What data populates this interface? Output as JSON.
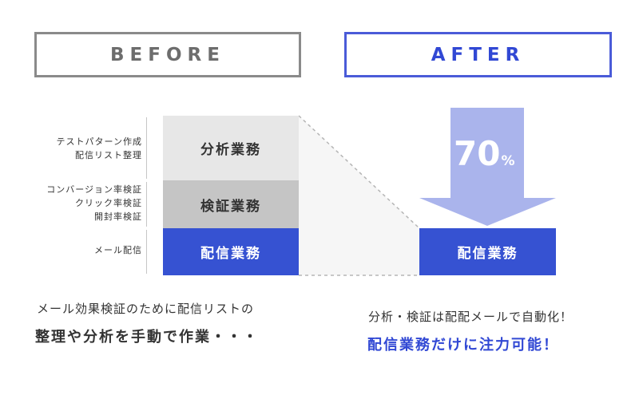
{
  "before_header": "BEFORE",
  "after_header": "AFTER",
  "before_blocks": {
    "analysis": "分析業務",
    "verification": "検証業務",
    "delivery": "配信業務"
  },
  "side_labels": {
    "analysis": [
      "テストパターン作成",
      "配信リスト整理"
    ],
    "verification": [
      "コンバージョン率検証",
      "クリック率検証",
      "開封率検証"
    ],
    "delivery": [
      "メール配信"
    ]
  },
  "after_block": "配信業務",
  "reduction": {
    "value": "70",
    "unit": "%"
  },
  "before_caption": {
    "line1": "メール効果検証のために配信リストの",
    "line2": "整理や分析を手動で作業・・・"
  },
  "after_caption": {
    "line1": "分析・検証は配配メールで自動化！",
    "line2": "配信業務だけに注力可能！"
  },
  "colors": {
    "accent_blue": "#3652d2",
    "arrow_blue": "#aab4ec",
    "gray_light": "#e7e7e7",
    "gray_mid": "#c5c5c5"
  }
}
